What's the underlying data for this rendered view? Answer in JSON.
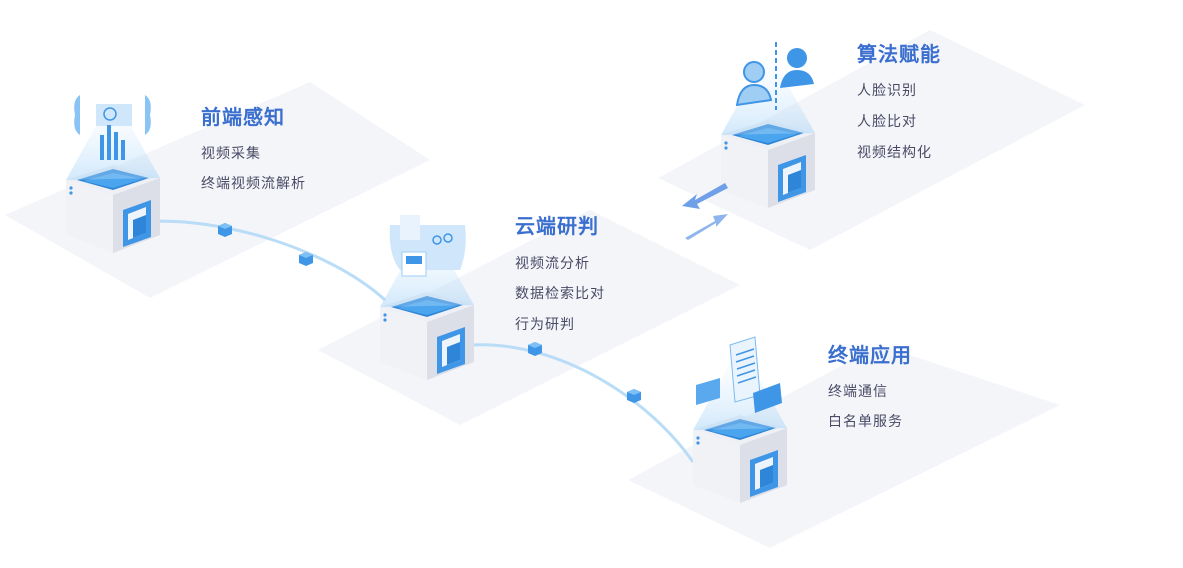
{
  "colors": {
    "title": "#3b6fcf",
    "text": "#4a4a66",
    "accent": "#3f95e6",
    "platform": "#f4f5f9"
  },
  "nodes": [
    {
      "title": "前端感知",
      "items": [
        "视频采集",
        "终端视频流解析"
      ],
      "icon": "video-chart-icon"
    },
    {
      "title": "云端研判",
      "items": [
        "视频流分析",
        "数据检索比对",
        "行为研判"
      ],
      "icon": "document-panel-icon"
    },
    {
      "title": "算法赋能",
      "items": [
        "人脸识别",
        "人脸比对",
        "视频结构化"
      ],
      "icon": "face-compare-icon"
    },
    {
      "title": "终端应用",
      "items": [
        "终端通信",
        "白名单服务"
      ],
      "icon": "message-document-icon"
    }
  ]
}
